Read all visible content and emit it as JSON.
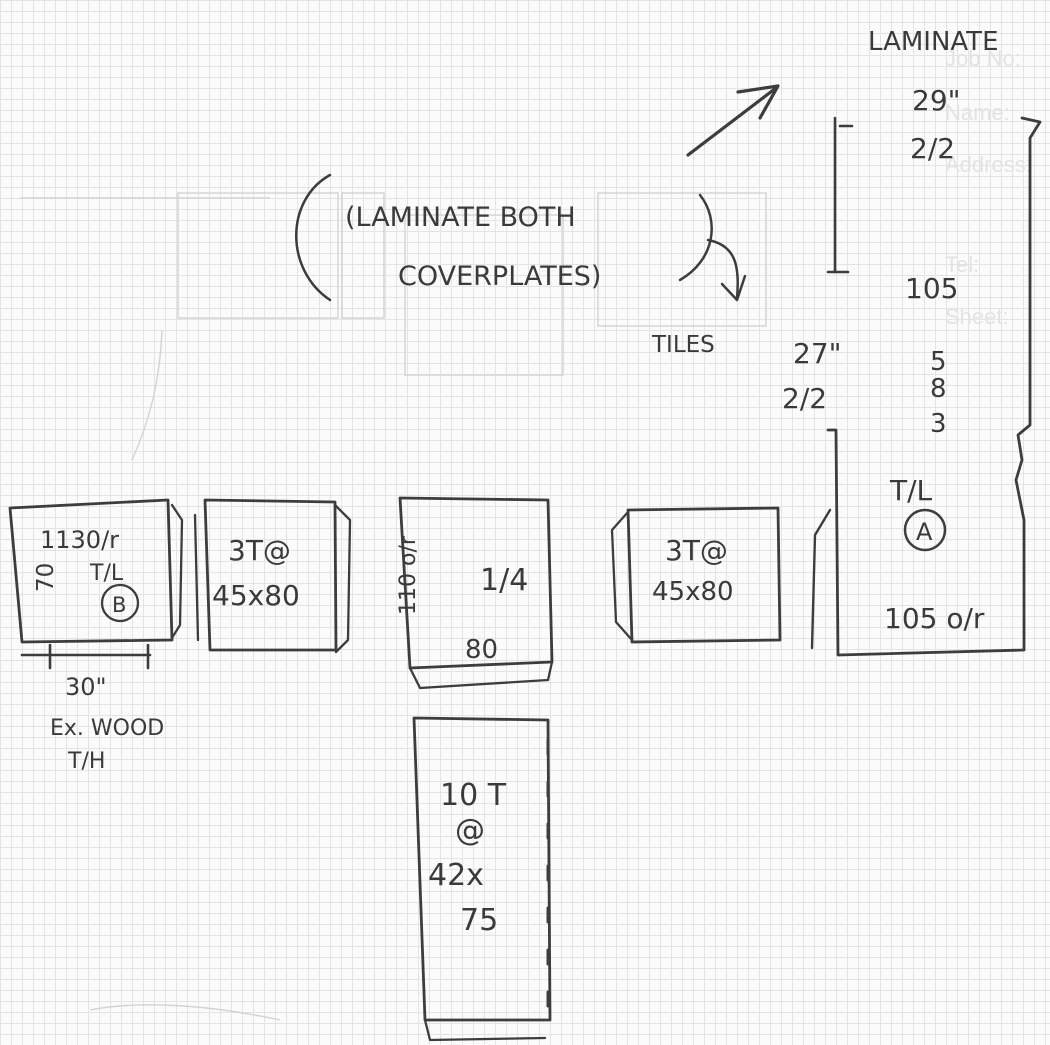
{
  "form_fields": {
    "job_no": "Job No:",
    "name": "Name:",
    "address": "Address:",
    "tel": "Tel:",
    "sheet": "Sheet:"
  },
  "notes": {
    "laminate": "LAMINATE",
    "laminate_both": "(LAMINATE BOTH",
    "coverplates": "COVERPLATES)",
    "tiles": "TILES"
  },
  "unit_a": {
    "top_height": "29\"",
    "top_half": "2/2",
    "top_width": "105",
    "mid_height": "27\"",
    "mid_half": "2/2",
    "depth_digits": [
      "5",
      "8",
      "3"
    ],
    "code": "T/L",
    "label": "A",
    "width_or": "105 o/r"
  },
  "unit_b": {
    "width_or": "1130/r",
    "side_num": "70",
    "code": "T/L",
    "label": "B",
    "height": "30\"",
    "material": "Ex. WOOD",
    "type": "T/H"
  },
  "box_left": {
    "line1": "3T@",
    "line2": "45x80"
  },
  "box_center": {
    "side": "110 o/r",
    "fraction": "1/4",
    "bottom": "80"
  },
  "box_right": {
    "line1": "3T@",
    "line2": "45x80"
  },
  "box_bottom": {
    "line1": "10 T",
    "line2": "@",
    "line3": "42x",
    "line4": "75"
  }
}
